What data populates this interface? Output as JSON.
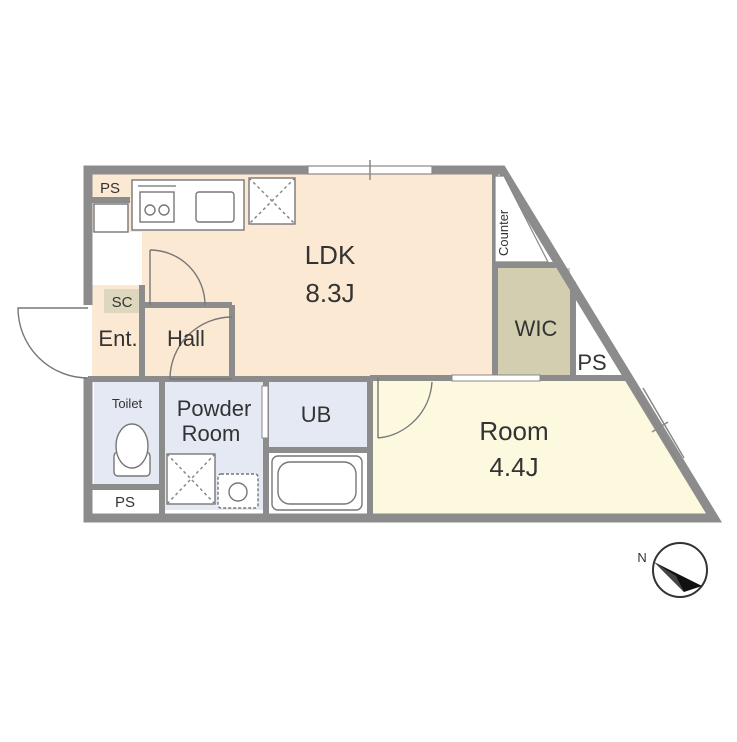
{
  "rooms": {
    "ldk": {
      "name": "LDK",
      "size": "8.3J"
    },
    "room": {
      "name": "Room",
      "size": "4.4J"
    },
    "wic": {
      "name": "WIC"
    },
    "ub": {
      "name": "UB"
    },
    "powder": {
      "line1": "Powder",
      "line2": "Room"
    },
    "toilet": {
      "name": "Toilet"
    },
    "hall": {
      "name": "Hall"
    },
    "entrance": {
      "name": "Ent."
    },
    "sc": {
      "name": "SC"
    },
    "ps_top": {
      "name": "PS"
    },
    "ps_right": {
      "name": "PS"
    },
    "ps_bottom": {
      "name": "PS"
    },
    "counter": {
      "name": "Counter"
    }
  },
  "colors": {
    "ldk_floor": "#fbe9d3",
    "room_floor": "#fcf9de",
    "wet_floor": "#e5e9f4",
    "wic_floor": "#d4ceb0",
    "sc_floor": "#dcd7bd",
    "wall": "#8c8c8c"
  },
  "compass": {
    "label": "N"
  }
}
